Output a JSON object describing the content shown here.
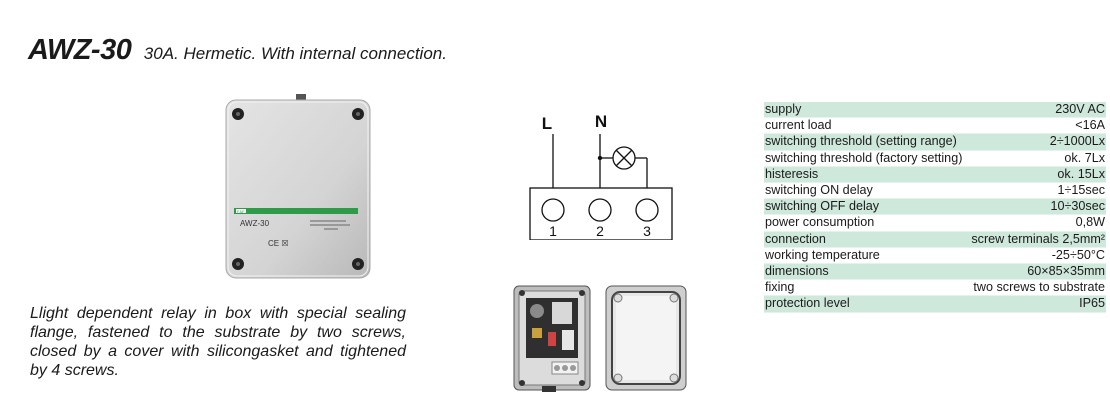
{
  "header": {
    "model": "AWZ-30",
    "subtitle": "30A. Hermetic. With internal connection."
  },
  "device": {
    "logo": "F&F",
    "label": "AWZ-30",
    "marks": "CE ☒",
    "accent": "#2e9a4a"
  },
  "description": "Llight dependent relay in box with special sealing flange, fastened to the substrate by two screws, closed by a cover with silicongasket and tightened by 4 screws.",
  "diagram": {
    "line_label": "L",
    "neutral_label": "N",
    "terminals": [
      "1",
      "2",
      "3"
    ]
  },
  "specs": [
    {
      "param": "supply",
      "value": "230V AC"
    },
    {
      "param": "current load",
      "value": "<16A"
    },
    {
      "param": "switching threshold (setting range)",
      "value": "2÷1000Lx"
    },
    {
      "param": "switching threshold (factory setting)",
      "value": "ok. 7Lx"
    },
    {
      "param": "histeresis",
      "value": "ok. 15Lx"
    },
    {
      "param": "switching ON delay",
      "value": "1÷15sec"
    },
    {
      "param": "switching OFF delay",
      "value": "10÷30sec"
    },
    {
      "param": "power consumption",
      "value": "0,8W"
    },
    {
      "param": "connection",
      "value": "screw terminals 2,5mm²"
    },
    {
      "param": "working temperature",
      "value": "-25÷50°C"
    },
    {
      "param": "dimensions",
      "value": "60×85×35mm"
    },
    {
      "param": "fixing",
      "value": "two screws to substrate"
    },
    {
      "param": "protection level",
      "value": "IP65"
    }
  ],
  "colors": {
    "table_shade": "#cfe8dc"
  }
}
